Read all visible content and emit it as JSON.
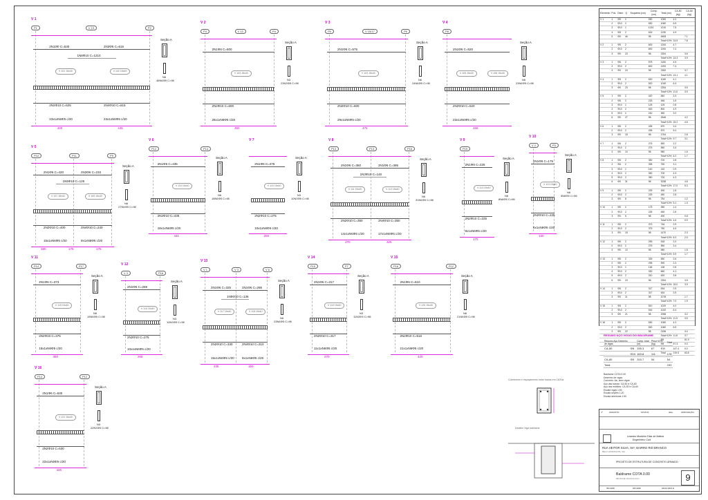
{
  "beams": [
    {
      "id": "v1",
      "title": "V 1",
      "pillars": [
        "P1",
        "P2"
      ],
      "mid": "V 1S",
      "top": "2N10Φ C=530",
      "top2": "2N3Φ5 C=615",
      "neg": "1N8Φ10 C=1210",
      "support": [
        "V 101 15x40",
        "V 102 15x40"
      ],
      "bot": "2N2Φ10 C=525",
      "bot2": "2N4Φ10 C=615",
      "stir": "23x1xN6Φ5 c/20",
      "stir2": "23x1xN6Φ5 c/20",
      "dims": [
        "440",
        "445"
      ],
      "sec": "N6",
      "spec": "46N6Φ5 C=98"
    },
    {
      "id": "v2",
      "title": "V 2",
      "pillars": [
        "P4",
        "P4"
      ],
      "mid": "V 13",
      "top": "2N1Φ6 C=600",
      "support": [
        "V 103 15x40"
      ],
      "bot": "2N2Φ10 C=600",
      "stir": "28x1xN6Φ5 c/20",
      "dims": [
        "460"
      ],
      "sec": "N3",
      "spec": "23N3Φ5 C=98"
    },
    {
      "id": "v3",
      "title": "V 3",
      "pillars": [
        "P5",
        "P6"
      ],
      "mid": "V 19/17",
      "top": "2N1Φ6 C=575",
      "support": [
        "V 102 15x40"
      ],
      "bot": "2N2Φ10 C=600",
      "stir": "29x1xN6Φ5 c/20",
      "dims": [
        "475"
      ],
      "sec": "N6",
      "spec": "24N6Φ5 C=98"
    },
    {
      "id": "v4",
      "title": "V 4",
      "pillars": [
        "P8"
      ],
      "mid": "",
      "top": "2N1Φ6 C=520",
      "support": [
        "V 105 15x40",
        "V 106 15x40"
      ],
      "bot": "2N2Φ10 C=520",
      "stir": "23x1xN6Φ5 c/20",
      "dims": [
        "466"
      ],
      "sec": "N6",
      "spec": "23N6Φ5 C=98"
    },
    {
      "id": "v5",
      "title": "V 5",
      "pillars": [
        "P10",
        "P11",
        "P9"
      ],
      "mid": "",
      "top": "2N1Φ6 C=420",
      "top2": "2N3Φ6 C=233",
      "neg": "1N5Φ10 C=125",
      "support": [
        "V 107 15x40",
        "V 109 15x40"
      ],
      "bot": "2N2Φ10 C=400",
      "bot2": "2N4Φ10 C=240",
      "stir": "15x1xN6Φ5 c/20",
      "stir2": "9x1xN6Φ5 c/20",
      "dims": [
        "380",
        "175",
        "175"
      ],
      "sec": "N6",
      "spec": "27N6Φ5 C=98"
    },
    {
      "id": "v6",
      "title": "V 6",
      "pillars": [
        "P12",
        "P14"
      ],
      "mid": "",
      "top": "2N1Φ6 C=435",
      "support": [
        "V 110 15x40"
      ],
      "bot": "2N2Φ10 C=435",
      "stir": "18x1xN6Φ5 c/20",
      "dims": [
        "441"
      ],
      "sec": "N6",
      "spec": "18N6Φ5 C=98"
    },
    {
      "id": "v7",
      "title": "V 7",
      "pillars": [],
      "mid": "",
      "top": "2N1Φ6 C=275",
      "support": [
        "V 110 15x40"
      ],
      "bot": "2N2Φ10 C=275",
      "stir": "10x1xN6Φ5 c/20",
      "dims": [
        "265"
      ],
      "sec": "N3",
      "spec": "10N3Φ5 C=98"
    },
    {
      "id": "v8",
      "title": "V 8",
      "pillars": [
        "P13",
        "P13",
        "P16"
      ],
      "mid": "",
      "top": "2N1Φ6 C=350",
      "top2": "2N1Φ6 C=395",
      "neg": "1N3Φ10 C=140",
      "support": [
        "V 111 15x40",
        "V 112 15x40"
      ],
      "bot": "2N2Φ10 C=350",
      "bot2": "2N4Φ10 C=350",
      "stir": "14x1xN6Φ5 c/20",
      "stir2": "17x1xN6Φ5 c/20",
      "dims": [
        "270",
        "325"
      ],
      "sec": "N6",
      "spec": "31N6Φ5 C=98"
    },
    {
      "id": "v9",
      "title": "V 9",
      "pillars": [
        "P19"
      ],
      "mid": "",
      "top": "2N1Φ6 C=225",
      "support": [
        "V 113 15x40"
      ],
      "bot": "2N2Φ10 C=225",
      "stir": "8x1xN6Φ5 c/20",
      "dims": [
        "170"
      ],
      "sec": "N6",
      "spec": "8N6Φ5 C=98"
    },
    {
      "id": "v10",
      "title": "V 10",
      "pillars": [
        "V 2",
        "P3"
      ],
      "mid": "",
      "top": "2N1Φ6 C=175",
      "support": [
        "V 113 15x40"
      ],
      "bot": "2N2Φ10 C=225",
      "stir": "5x1xN6Φ5 c/20",
      "dims": [
        "130"
      ],
      "sec": "N6",
      "spec": "5N6Φ5 C=98"
    },
    {
      "id": "v11",
      "title": "V 11",
      "pillars": [
        "P14",
        "P17"
      ],
      "mid": "",
      "top": "2N1Φ6 C=373",
      "support": [
        "V 115 15x40"
      ],
      "bot": "2N2Φ10 C=375",
      "stir": "15x1xN6Φ5 c/20",
      "dims": [
        "380"
      ],
      "sec": "N6",
      "spec": "15N6Φ5 C=98"
    },
    {
      "id": "v12",
      "title": "V 12",
      "pillars": [
        "V 3",
        "P18"
      ],
      "mid": "",
      "top": "2N1Φ6 C=259",
      "support": [
        "V 116 15x40"
      ],
      "bot": "2N2Φ10 C=275",
      "stir": "10x1xN6Φ5 c/20",
      "dims": [
        "265"
      ],
      "sec": "N3",
      "spec": "10N3Φ5 C=98"
    },
    {
      "id": "v13",
      "title": "V 13",
      "pillars": [
        "V 1",
        "V 3",
        "V 6"
      ],
      "mid": "",
      "top": "2N1Φ6 C=325",
      "top2": "2N1Φ6 C=295",
      "neg": "1N5Φ10 C=136",
      "support": [
        "V 117 15x40",
        "V 118 15x40"
      ],
      "bot": "2N2Φ10 C=330",
      "bot2": "2N4Φ10 C=310",
      "stir": "15x1xN6Φ5 c/20",
      "stir2": "9x1xN6Φ5 c/20",
      "dims": [
        "235",
        "160"
      ],
      "sec": "N6",
      "spec": "23N6Φ5 C=98"
    },
    {
      "id": "v14",
      "title": "V 14",
      "pillars": [
        "P15",
        "P7"
      ],
      "mid": "",
      "top": "2N1Φ6 C=317",
      "support": [
        "V 119 15x40"
      ],
      "bot": "2N2Φ10 C=317",
      "stir": "11x1xN6Φ5 c/20",
      "dims": [
        "270"
      ],
      "sec": "N3",
      "spec": "11N3Φ5 C=98"
    },
    {
      "id": "v15",
      "title": "V 15",
      "pillars": [
        "P16",
        "P12"
      ],
      "mid": "",
      "top": "2N1Φ6 C=510",
      "support": [
        "V 120 15x40"
      ],
      "bot": "2N2Φ10 C=516",
      "stir": "21x1xN6Φ5 c/20",
      "dims": [
        "420"
      ],
      "sec": "N6",
      "spec": "21N6Φ5 C=98"
    },
    {
      "id": "v16",
      "title": "V 16",
      "pillars": [
        "P14",
        "P12"
      ],
      "mid": "",
      "top": "2N1Φ6 C=530",
      "support": [
        "V 121 15x40"
      ],
      "bot": "2N2Φ10 C=530",
      "stir": "22x1xN6Φ5 c/20",
      "dims": [
        "425"
      ],
      "sec": "N3",
      "spec": "22N3Φ5 C=98"
    }
  ],
  "steel_table": {
    "headers": [
      "Elemento",
      "Pos.",
      "Diam.",
      "Q",
      "Esquema (cm)",
      "Comp. (cm)",
      "Total (cm)",
      "CA-50 (kg)",
      "CA-60 (kg)"
    ],
    "rows": [
      [
        "V 1",
        "1",
        "Φ8",
        "2",
        "",
        "530",
        "1060",
        "4.2",
        ""
      ],
      [
        "",
        "2",
        "Φ10",
        "2",
        "",
        "530",
        "1060",
        "6.5",
        ""
      ],
      [
        "",
        "3",
        "Φ10",
        "1",
        "",
        "1210",
        "1210",
        "7.5",
        ""
      ],
      [
        "",
        "4",
        "Φ8",
        "2",
        "",
        "615",
        "1230",
        "4.9",
        ""
      ],
      [
        "",
        "5",
        "Φ5",
        "46",
        "",
        "98",
        "4508",
        "",
        "7.1"
      ],
      [
        "",
        "",
        "",
        "",
        "",
        "",
        "Total+10%",
        "24.5",
        "7.8"
      ],
      [
        "V 2",
        "1",
        "Φ8",
        "2",
        "",
        "600",
        "1200",
        "4.7",
        ""
      ],
      [
        "",
        "2",
        "Φ10",
        "2",
        "",
        "600",
        "1200",
        "7.4",
        ""
      ],
      [
        "",
        "3",
        "Φ5",
        "23",
        "",
        "98",
        "2254",
        "",
        "3.6"
      ],
      [
        "",
        "",
        "",
        "",
        "",
        "",
        "Total+10%",
        "13.3",
        "3.9"
      ],
      [
        "V 3",
        "1",
        "Φ8",
        "2",
        "",
        "575",
        "1150",
        "4.5",
        ""
      ],
      [
        "",
        "2",
        "Φ10",
        "2",
        "",
        "600",
        "1200",
        "7.4",
        ""
      ],
      [
        "",
        "3",
        "Φ5",
        "24",
        "",
        "98",
        "2352",
        "",
        "3.7"
      ],
      [
        "",
        "",
        "",
        "",
        "",
        "",
        "Total+10%",
        "13.1",
        "4.1"
      ],
      [
        "V 4",
        "1",
        "Φ8",
        "2",
        "",
        "520",
        "1040",
        "4.1",
        ""
      ],
      [
        "",
        "2",
        "Φ10",
        "2",
        "",
        "520",
        "1040",
        "6.4",
        ""
      ],
      [
        "",
        "3",
        "Φ5",
        "23",
        "",
        "98",
        "2254",
        "",
        "3.5"
      ],
      [
        "",
        "",
        "",
        "",
        "",
        "",
        "Total+10%",
        "11.6",
        "3.9"
      ],
      [
        "V 5",
        "1",
        "Φ8",
        "2",
        "",
        "420",
        "840",
        "3.3",
        ""
      ],
      [
        "",
        "2",
        "Φ8",
        "2",
        "",
        "233",
        "466",
        "1.8",
        ""
      ],
      [
        "",
        "3",
        "Φ10",
        "1",
        "",
        "125",
        "125",
        "0.8",
        ""
      ],
      [
        "",
        "4",
        "Φ10",
        "2",
        "",
        "400",
        "800",
        "4.9",
        ""
      ],
      [
        "",
        "5",
        "Φ10",
        "2",
        "",
        "240",
        "480",
        "3.0",
        ""
      ],
      [
        "",
        "6",
        "Φ5",
        "27",
        "",
        "98",
        "2646",
        "",
        "4.2"
      ],
      [
        "",
        "",
        "",
        "",
        "",
        "",
        "Total+10%",
        "15.2",
        "4.6"
      ],
      [
        "V 6",
        "1",
        "Φ8",
        "2",
        "",
        "435",
        "870",
        "3.4",
        ""
      ],
      [
        "",
        "2",
        "Φ10",
        "2",
        "",
        "435",
        "870",
        "5.4",
        ""
      ],
      [
        "",
        "3",
        "Φ5",
        "18",
        "",
        "98",
        "1764",
        "",
        "2.8"
      ],
      [
        "",
        "",
        "",
        "",
        "",
        "",
        "Total+10%",
        "9.7",
        "3.1"
      ],
      [
        "V 7",
        "1",
        "Φ8",
        "2",
        "",
        "275",
        "550",
        "2.2",
        ""
      ],
      [
        "",
        "2",
        "Φ10",
        "2",
        "",
        "275",
        "550",
        "3.4",
        ""
      ],
      [
        "",
        "3",
        "Φ5",
        "10",
        "",
        "98",
        "980",
        "",
        "1.5"
      ],
      [
        "",
        "",
        "",
        "",
        "",
        "",
        "Total+10%",
        "6.2",
        "1.7"
      ],
      [
        "V 8",
        "1",
        "Φ8",
        "2",
        "",
        "350",
        "700",
        "2.8",
        ""
      ],
      [
        "",
        "2",
        "Φ8",
        "2",
        "",
        "395",
        "790",
        "3.1",
        ""
      ],
      [
        "",
        "3",
        "Φ10",
        "1",
        "",
        "140",
        "140",
        "0.9",
        ""
      ],
      [
        "",
        "4",
        "Φ10",
        "2",
        "",
        "350",
        "700",
        "4.3",
        ""
      ],
      [
        "",
        "5",
        "Φ10",
        "2",
        "",
        "350",
        "700",
        "4.3",
        ""
      ],
      [
        "",
        "6",
        "Φ5",
        "31",
        "",
        "98",
        "3038",
        "",
        "4.8"
      ],
      [
        "",
        "",
        "",
        "",
        "",
        "",
        "Total+10%",
        "17.0",
        "5.3"
      ],
      [
        "V 9",
        "1",
        "Φ8",
        "2",
        "",
        "225",
        "450",
        "1.8",
        ""
      ],
      [
        "",
        "2",
        "Φ10",
        "2",
        "",
        "225",
        "450",
        "2.8",
        ""
      ],
      [
        "",
        "3",
        "Φ5",
        "8",
        "",
        "98",
        "784",
        "",
        "1.2"
      ],
      [
        "",
        "",
        "",
        "",
        "",
        "",
        "Total+10%",
        "5.1",
        "1.3"
      ],
      [
        "V 10",
        "1",
        "Φ8",
        "2",
        "",
        "175",
        "350",
        "1.4",
        ""
      ],
      [
        "",
        "2",
        "Φ10",
        "2",
        "",
        "225",
        "450",
        "2.8",
        ""
      ],
      [
        "",
        "3",
        "Φ5",
        "5",
        "",
        "98",
        "490",
        "",
        "0.8"
      ],
      [
        "",
        "",
        "",
        "",
        "",
        "",
        "Total+10%",
        "4.6",
        "0.9"
      ],
      [
        "V 11",
        "1",
        "Φ8",
        "2",
        "",
        "373",
        "746",
        "2.9",
        ""
      ],
      [
        "",
        "2",
        "Φ10",
        "2",
        "",
        "375",
        "750",
        "4.6",
        ""
      ],
      [
        "",
        "3",
        "Φ5",
        "15",
        "",
        "98",
        "1470",
        "",
        "2.3"
      ],
      [
        "",
        "",
        "",
        "",
        "",
        "",
        "Total+10%",
        "8.3",
        "2.5"
      ],
      [
        "V 12",
        "1",
        "Φ8",
        "2",
        "",
        "259",
        "518",
        "2.0",
        ""
      ],
      [
        "",
        "2",
        "Φ10",
        "2",
        "",
        "275",
        "550",
        "3.4",
        ""
      ],
      [
        "",
        "3",
        "Φ5",
        "10",
        "",
        "98",
        "980",
        "",
        "1.5"
      ],
      [
        "",
        "",
        "",
        "",
        "",
        "",
        "Total+10%",
        "5.9",
        "1.7"
      ],
      [
        "V 13",
        "1",
        "Φ8",
        "2",
        "",
        "325",
        "650",
        "2.6",
        ""
      ],
      [
        "",
        "2",
        "Φ8",
        "2",
        "",
        "295",
        "590",
        "2.3",
        ""
      ],
      [
        "",
        "3",
        "Φ10",
        "1",
        "",
        "136",
        "136",
        "0.8",
        ""
      ],
      [
        "",
        "4",
        "Φ10",
        "2",
        "",
        "330",
        "660",
        "4.1",
        ""
      ],
      [
        "",
        "5",
        "Φ10",
        "2",
        "",
        "310",
        "620",
        "3.8",
        ""
      ],
      [
        "",
        "6",
        "Φ5",
        "23",
        "",
        "98",
        "2254",
        "",
        "3.5"
      ],
      [
        "",
        "",
        "",
        "",
        "",
        "",
        "Total+10%",
        "15.0",
        "3.9"
      ],
      [
        "V 14",
        "1",
        "Φ8",
        "2",
        "",
        "317",
        "634",
        "2.5",
        ""
      ],
      [
        "",
        "2",
        "Φ10",
        "2",
        "",
        "317",
        "634",
        "3.9",
        ""
      ],
      [
        "",
        "3",
        "Φ5",
        "11",
        "",
        "98",
        "1078",
        "",
        "1.7"
      ],
      [
        "",
        "",
        "",
        "",
        "",
        "",
        "Total+10%",
        "7.0",
        "1.9"
      ],
      [
        "V 15",
        "1",
        "Φ8",
        "2",
        "",
        "510",
        "1020",
        "4.0",
        ""
      ],
      [
        "",
        "2",
        "Φ10",
        "2",
        "",
        "516",
        "1032",
        "6.4",
        ""
      ],
      [
        "",
        "3",
        "Φ5",
        "21",
        "",
        "98",
        "2058",
        "",
        "3.2"
      ],
      [
        "",
        "",
        "",
        "",
        "",
        "",
        "Total+10%",
        "11.5",
        "3.5"
      ],
      [
        "V 16",
        "1",
        "Φ8",
        "2",
        "",
        "530",
        "1060",
        "4.2",
        ""
      ],
      [
        "",
        "2",
        "Φ10",
        "2",
        "",
        "530",
        "1060",
        "6.5",
        ""
      ],
      [
        "",
        "3",
        "Φ5",
        "22",
        "",
        "98",
        "2156",
        "",
        "3.4"
      ],
      [
        "",
        "",
        "",
        "",
        "",
        "",
        "Total+10%",
        "11.8",
        "3.7"
      ],
      [
        "",
        "",
        "",
        "",
        "",
        "",
        "Φ5",
        "",
        "51.9"
      ],
      [
        "",
        "",
        "",
        "",
        "",
        "",
        "Φ8",
        "57.3",
        "0.0"
      ],
      [
        "",
        "",
        "",
        "",
        "",
        "",
        "Φ10",
        "147.4",
        "0.0"
      ],
      [
        "",
        "",
        "",
        "",
        "",
        "",
        "Total",
        "219.5",
        "63.8"
      ]
    ]
  },
  "summary": {
    "title": "RESUMO AÇO VIGAS DO BALDRAME",
    "headers": [
      "Resumo Aço Desenho de vigas",
      "",
      "Comp. total (m)",
      "Peso+10% (kg)",
      "Total"
    ],
    "rows": [
      [
        "CA-50",
        "Φ8",
        "155.3",
        "67",
        ""
      ],
      [
        "",
        "Φ10",
        "163.8",
        "111",
        "178"
      ],
      [
        "CA-60",
        "Φ5",
        "315.7",
        "54",
        "54"
      ],
      [
        "Total",
        "",
        "",
        "",
        "232"
      ]
    ]
  },
  "notes": [
    "Baldrame COTA 0.00",
    "Desenho de vigas",
    "Concreto: fck, sims vigas",
    "Aço das barras: CA-50 e CA-60",
    "Aço dos estribos: CA-50 e CA-60",
    "Escala vigas 1:50",
    "Escala seções 1:20",
    "Escala aberturas 1:50"
  ],
  "details": {
    "detail1_title": "Cobrimento e espaçamento entre barras em 15/20a",
    "detail2_title": "Detalhe Viga baldrame",
    "sec_label": "Seção A"
  },
  "titleblock": {
    "rev_headers": [
      "nº",
      "ASSUNTO",
      "STATUS",
      "data",
      "APROVAÇÃO"
    ],
    "company": "Leandro Monteiro Dias de Mattos",
    "company2": "Engenheiro Civil",
    "address_label": "RUA HEITOR SILVA, Snº, BAIRRO RIO BRANCO",
    "city": "BELO HORIZONTE, MG",
    "project": "PROJETO DE ESTRUTURA DE CONCRETO ARMADO",
    "drawing": "Baldrame COTA 0.00",
    "drawing_sub": "DETALHE VIGAS E AÇO",
    "sheet_no": "9",
    "dates": [
      "05/10/08",
      "05/10/08",
      "04/01/1903 E"
    ]
  }
}
